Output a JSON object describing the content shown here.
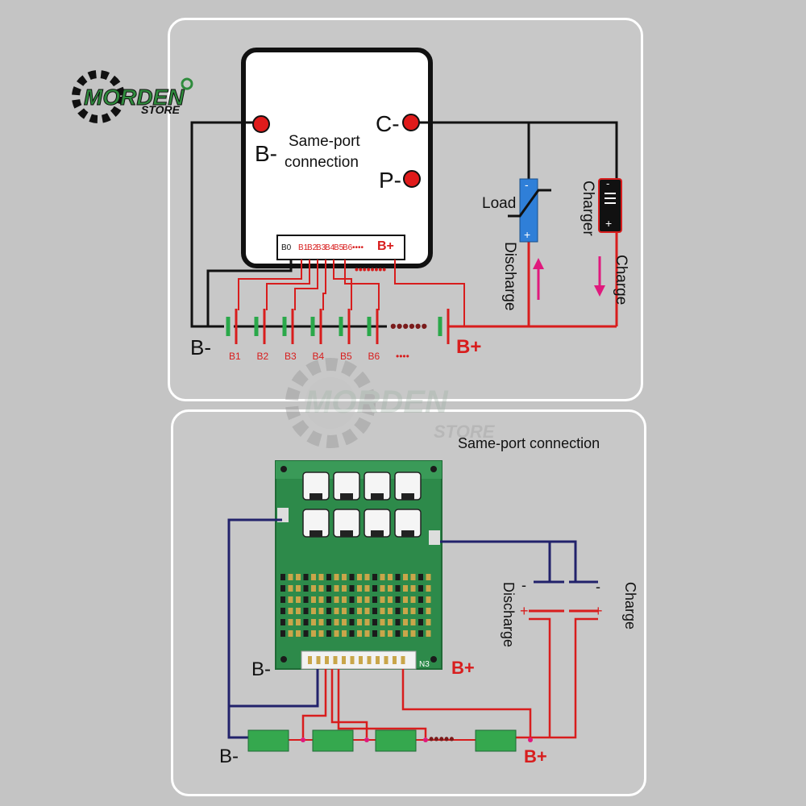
{
  "logo": {
    "brand": "MORDEN",
    "sub": "STORE"
  },
  "watermark": {
    "brand": "MORDEN",
    "sub": "STORE"
  },
  "top_diagram": {
    "b_minus_pad": "B-",
    "c_minus_pad": "C-",
    "p_minus_pad": "P-",
    "center_note_line1": "Same-port",
    "center_note_line2": "connection",
    "connector_pins": [
      "B0",
      "B1",
      "B2",
      "B3",
      "B4",
      "B5",
      "B6",
      "••••",
      "B+"
    ],
    "balance_dots": "••••••••",
    "load_label": "Load",
    "charger_label": "Charger",
    "discharge_label": "Discharge",
    "charge_label": "Charge",
    "cell_labels": [
      "B1",
      "B2",
      "B3",
      "B4",
      "B5",
      "B6",
      "••••"
    ],
    "pack_minus": "B-",
    "pack_plus": "B+",
    "colors": {
      "red": "#d81d1d",
      "black": "#111111",
      "arrow": "#e0197d",
      "load_blue": "#2f7fd8"
    }
  },
  "bottom_diagram": {
    "title": "Same-port connection",
    "board_minus": "B-",
    "board_plus": "B+",
    "board_mark": "N3",
    "discharge_label": "Discharge",
    "charge_label": "Charge",
    "discharge_minus": "-",
    "discharge_plus": "+",
    "charge_minus": "-",
    "charge_plus": "+",
    "pack_minus": "B-",
    "pack_plus": "B+",
    "cell_dots": "•••••",
    "colors": {
      "navy": "#22226b",
      "red": "#d81d1d",
      "cell_green": "#35a84e",
      "pcb_green": "#2d8a4a"
    }
  }
}
